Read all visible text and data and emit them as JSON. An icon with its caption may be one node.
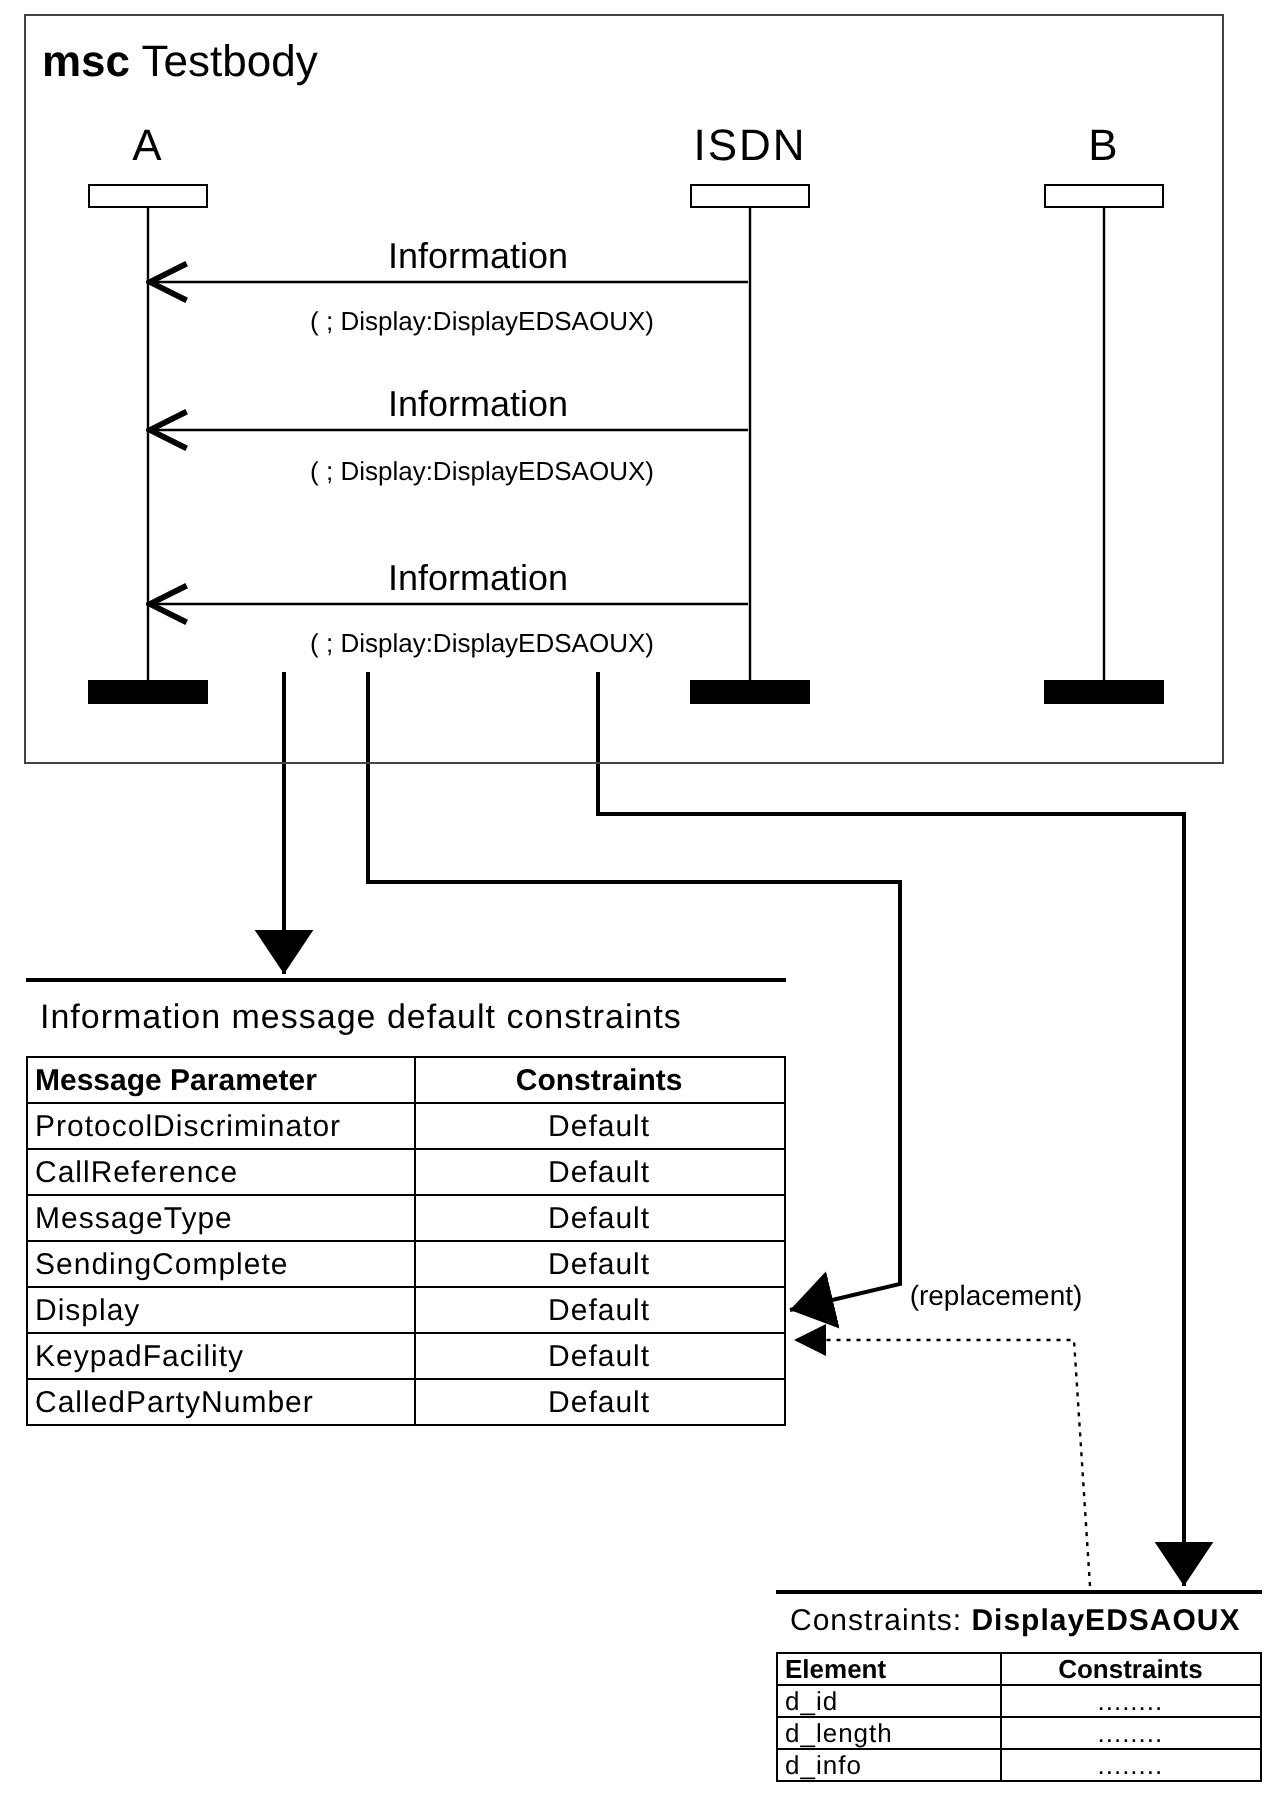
{
  "diagram": {
    "nodes": [
      {
        "text": [
          "**msc** Testbody"
        ]
      },
      {
        "text": [
          "A"
        ],
        "in": 0
      },
      {
        "text": [
          "ISDN"
        ],
        "in": 0
      },
      {
        "text": [
          "B"
        ],
        "in": 0
      },
      {
        "text": [
          "( ; Display:DisplayEDSAOUX)"
        ],
        "in": 0
      },
      {
        "text": [
          "( ; Display:DisplayEDSAOUX)"
        ],
        "in": 0
      },
      {
        "text": [
          "( ; Display:DisplayEDSAOUX)"
        ],
        "in": 0
      },
      {
        "text": [
          "Information message default constraints"
        ]
      },
      {
        "text": [
          "Constraints: **DisplayEDSAOUX**"
        ]
      }
    ],
    "edges": [
      {
        "from": 2,
        "to": 1,
        "arrow": "to",
        "label": "Information"
      },
      {
        "from": 2,
        "to": 1,
        "arrow": "to",
        "label": "Information"
      },
      {
        "from": 2,
        "to": 1,
        "arrow": "to",
        "label": "Information"
      },
      {
        "from": 6,
        "to": 7,
        "arrow": "to"
      },
      {
        "from": 6,
        "to": 7,
        "arrow": "to"
      },
      {
        "from": 6,
        "to": 8,
        "arrow": "to"
      },
      {
        "from": 8,
        "to": 7,
        "arrow": "to",
        "label": "(replacement)",
        "style": "dashed"
      }
    ],
    "labels": [
      "Message Parameter",
      "Constraints",
      "ProtocolDiscriminator",
      "Default",
      "CallReference",
      "Default",
      "MessageType",
      "Default",
      "SendingComplete",
      "Default",
      "Display",
      "Default",
      "KeypadFacility",
      "Default",
      "CalledPartyNumber",
      "Default",
      "Element",
      "Constraints",
      "d_id",
      "........",
      "d_length",
      "........",
      "d_info",
      "........"
    ]
  }
}
